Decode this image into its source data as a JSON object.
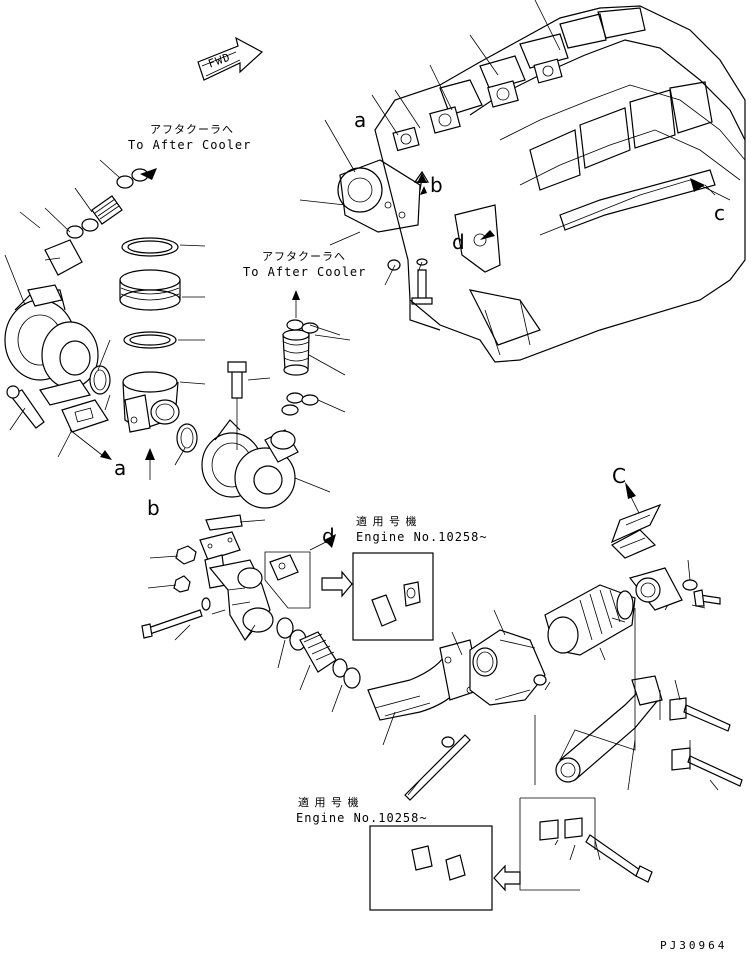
{
  "fwd_label": "FWD",
  "labels": {
    "after_cooler_1_jp": "アフタクーラへ",
    "after_cooler_1_en": "To After Cooler",
    "after_cooler_2_jp": "アフタクーラへ",
    "after_cooler_2_en": "To After Cooler",
    "applicable_1_jp": "適 用 号 機",
    "applicable_1_en": "Engine No.10258~",
    "applicable_2_jp": "適 用 号 機",
    "applicable_2_en": "Engine No.10258~"
  },
  "refs": {
    "a_top": "a",
    "b_top": "b",
    "c_top": "c",
    "d_top": "d",
    "a_left": "a",
    "b_left": "b",
    "c_mid": "C",
    "d_mid": "d"
  },
  "drawing_code": "PJ30964"
}
